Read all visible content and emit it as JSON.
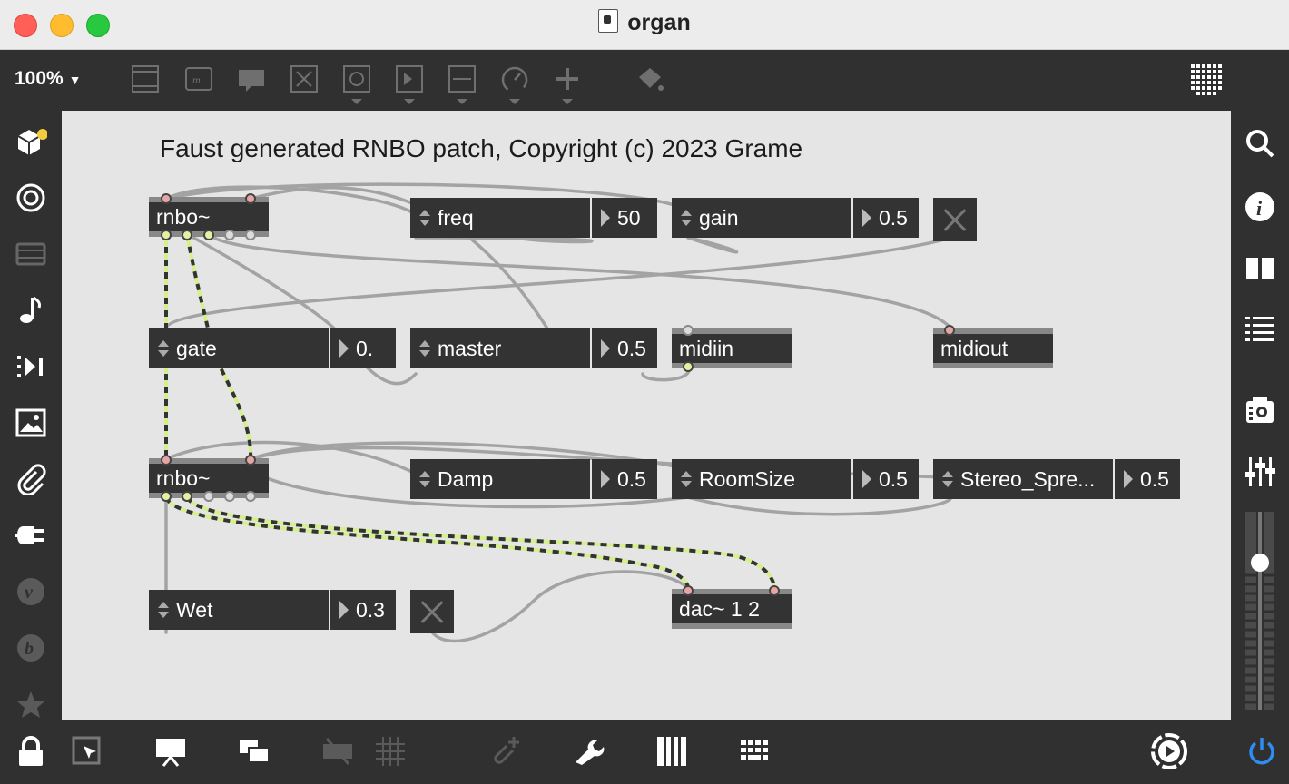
{
  "window": {
    "title": "organ"
  },
  "toolbar": {
    "zoom": "100%",
    "icons": [
      "presentation-object-icon",
      "message-icon",
      "comment-icon",
      "toggle-icon",
      "button-icon",
      "number-icon",
      "slider-icon",
      "dial-icon",
      "add-object-icon",
      "format-icon",
      "grid-icon"
    ]
  },
  "canvas": {
    "comment": "Faust generated RNBO patch, Copyright (c) 2023 Grame",
    "objects": {
      "rnbo1": "rnbo~",
      "rnbo2": "rnbo~",
      "midiin": "midiin",
      "midiout": "midiout",
      "dac": "dac~ 1 2"
    },
    "params": {
      "freq": {
        "label": "freq",
        "value": "50"
      },
      "gain": {
        "label": "gain",
        "value": "0.5"
      },
      "gate": {
        "label": "gate",
        "value": "0."
      },
      "master": {
        "label": "master",
        "value": "0.5"
      },
      "damp": {
        "label": "Damp",
        "value": "0.5"
      },
      "roomsize": {
        "label": "RoomSize",
        "value": "0.5"
      },
      "stereo": {
        "label": "Stereo_Spre...",
        "value": "0.5"
      },
      "wet": {
        "label": "Wet",
        "value": "0.3"
      }
    }
  },
  "leftbar": {
    "icons": [
      "package-icon",
      "target-icon",
      "media-icon",
      "music-note-icon",
      "playback-icon",
      "image-icon",
      "clip-icon",
      "plug-icon",
      "vizzie-icon",
      "beap-icon",
      "star-icon"
    ]
  },
  "rightbar": {
    "icons": [
      "search-icon",
      "info-icon",
      "split-view-icon",
      "list-icon",
      "snapshot-icon",
      "mixer-icon",
      "level-meter-icon",
      "power-icon"
    ]
  },
  "bottombar": {
    "icons": [
      "lock-icon",
      "select-icon",
      "presentation-icon",
      "windows-icon",
      "mute-icon",
      "grid-icon",
      "connect-icon",
      "wrench-icon",
      "piano-icon",
      "keyboard-icon",
      "play-icon"
    ]
  },
  "colors": {
    "canvas": "#e5e5e5",
    "box": "#333333",
    "audio_wire": "#d4f08a",
    "signal_wire": "#aaaaaa"
  }
}
